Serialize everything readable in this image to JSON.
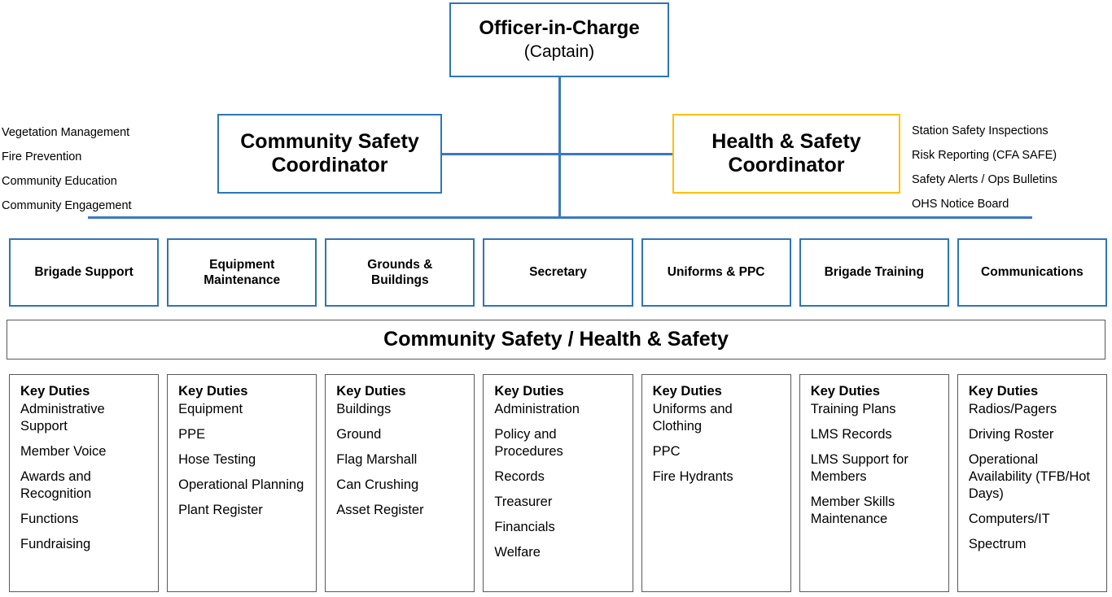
{
  "colors": {
    "primary_blue": "#2E75B6",
    "connector_blue": "#3a78c3",
    "amber": "#FFC000",
    "box_gray": "#595959"
  },
  "top": {
    "title": "Officer-in-Charge",
    "subtitle": "(Captain)"
  },
  "coordinators": {
    "community_safety": "Community Safety Coordinator",
    "community_safety_line1": "Community Safety",
    "community_safety_line2": "Coordinator",
    "health_safety_line1": "Health & Safety",
    "health_safety_line2": "Coordinator"
  },
  "left_annotations": [
    "Vegetation Management",
    "Fire Prevention",
    "Community Education",
    "Community Engagement"
  ],
  "right_annotations": [
    "Station Safety Inspections",
    "Risk Reporting (CFA SAFE)",
    "Safety Alerts / Ops Bulletins",
    "OHS Notice Board"
  ],
  "units": [
    {
      "line1": "Brigade Support",
      "line2": ""
    },
    {
      "line1": "Equipment",
      "line2": "Maintenance"
    },
    {
      "line1": "Grounds &",
      "line2": "Buildings"
    },
    {
      "line1": "Secretary",
      "line2": ""
    },
    {
      "line1": "Uniforms & PPC",
      "line2": ""
    },
    {
      "line1": "Brigade Training",
      "line2": ""
    },
    {
      "line1": "Communications",
      "line2": ""
    }
  ],
  "banner": "Community Safety   /  Health & Safety",
  "duties_heading": "Key Duties",
  "duties": [
    {
      "heading": "Key Duties",
      "items": [
        "Administrative Support",
        "Member Voice",
        "Awards and Recognition",
        "Functions",
        "Fundraising"
      ]
    },
    {
      "heading": "Key Duties",
      "items": [
        "Equipment",
        "PPE",
        "Hose Testing",
        "Operational Planning",
        "Plant Register"
      ]
    },
    {
      "heading": "Key Duties",
      "items": [
        "Buildings",
        "Ground",
        "Flag Marshall",
        "Can Crushing",
        "Asset Register"
      ]
    },
    {
      "heading": "Key Duties",
      "items": [
        "Administration",
        "Policy and Procedures",
        "Records",
        "Treasurer",
        "Financials",
        "Welfare"
      ]
    },
    {
      "heading": "Key Duties",
      "items": [
        "Uniforms and Clothing",
        "PPC",
        "Fire Hydrants"
      ]
    },
    {
      "heading": "Key Duties",
      "items": [
        "Training Plans",
        "LMS Records",
        "LMS Support for Members",
        "Member Skills Maintenance"
      ]
    },
    {
      "heading": "Key Duties",
      "items": [
        "Radios/Pagers",
        "Driving Roster",
        "Operational Availability (TFB/Hot Days)",
        "Computers/IT",
        "Spectrum"
      ]
    }
  ]
}
